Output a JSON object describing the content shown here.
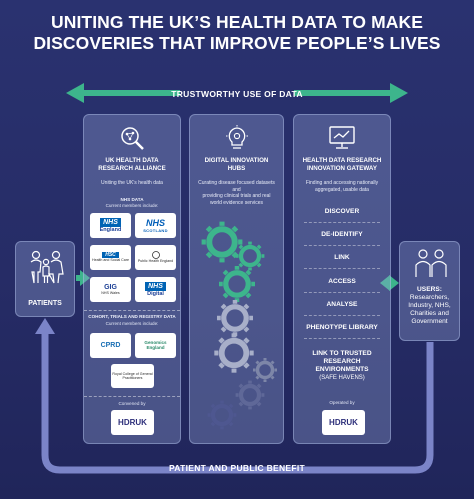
{
  "title": {
    "line1": "UNITING THE UK’S HEALTH DATA TO MAKE",
    "line2": "DISCOVERIES THAT IMPROVE PEOPLE’S LIVES"
  },
  "top_arrow_label": "TRUSTWORTHY USE OF DATA",
  "bottom_arrow_label": "PATIENT AND PUBLIC BENEFIT",
  "colors": {
    "background": "#262c66",
    "accent_green": "#3db58c",
    "panel": "#7f8bc0",
    "loop_arrow": "#7b84c8"
  },
  "patients": {
    "label": "PATIENTS",
    "icon": "family-icon"
  },
  "users": {
    "icon": "people-icon",
    "label": "USERS:",
    "lines": [
      "Researchers,",
      "Industry, NHS,",
      "Charities and",
      "Government"
    ]
  },
  "alliance": {
    "icon": "magnifier-network-icon",
    "heading": [
      "UK HEALTH DATA",
      "RESEARCH ALLIANCE"
    ],
    "subtitle": "Uniting the UK’s health data",
    "nhs_heading": "NHS DATA",
    "nhs_note": "Current members include:",
    "nhs_logos": [
      {
        "badge": "NHS",
        "sub": "England"
      },
      {
        "badge": "NHS",
        "sub": "SCOTLAND"
      },
      {
        "badge": "HSC",
        "sub": "Health and Social Care"
      },
      {
        "badge": "",
        "sub": "Public Health England"
      },
      {
        "badge": "GIG",
        "sub": "NHS Wales"
      },
      {
        "badge": "NHS",
        "sub": "Digital"
      }
    ],
    "cohort_heading": "COHORT, TRIALS AND REGISTRY DATA",
    "cohort_note": "Current members include:",
    "cohort_logos": [
      {
        "text": "CPRD"
      },
      {
        "text": "Genomics England"
      },
      {
        "text": "Royal College of General Practitioners"
      }
    ],
    "convened_by": "Convened by",
    "convener_logo": "HDRUK"
  },
  "hubs": {
    "icon": "lightbulb-gear-icon",
    "heading": [
      "DIGITAL INNOVATION",
      "HUBS"
    ],
    "subtitle": [
      "Curating disease focused datasets and",
      "providing clinical trials and real",
      "world evidence services"
    ]
  },
  "gateway": {
    "icon": "monitor-chart-icon",
    "heading": [
      "HEALTH DATA RESEARCH",
      "INNOVATION GATEWAY"
    ],
    "subtitle": [
      "Finding and accessing nationally",
      "aggregated, usable data"
    ],
    "steps": [
      "DISCOVER",
      "DE-IDENTIFY",
      "LINK",
      "ACCESS",
      "ANALYSE",
      "PHENOTYPE LIBRARY"
    ],
    "last_step": [
      "LINK TO TRUSTED",
      "RESEARCH",
      "ENVIRONMENTS"
    ],
    "last_step_note": "(SAFE HAVENS)",
    "operated_by": "Operated by",
    "operator_logo": "HDRUK"
  }
}
